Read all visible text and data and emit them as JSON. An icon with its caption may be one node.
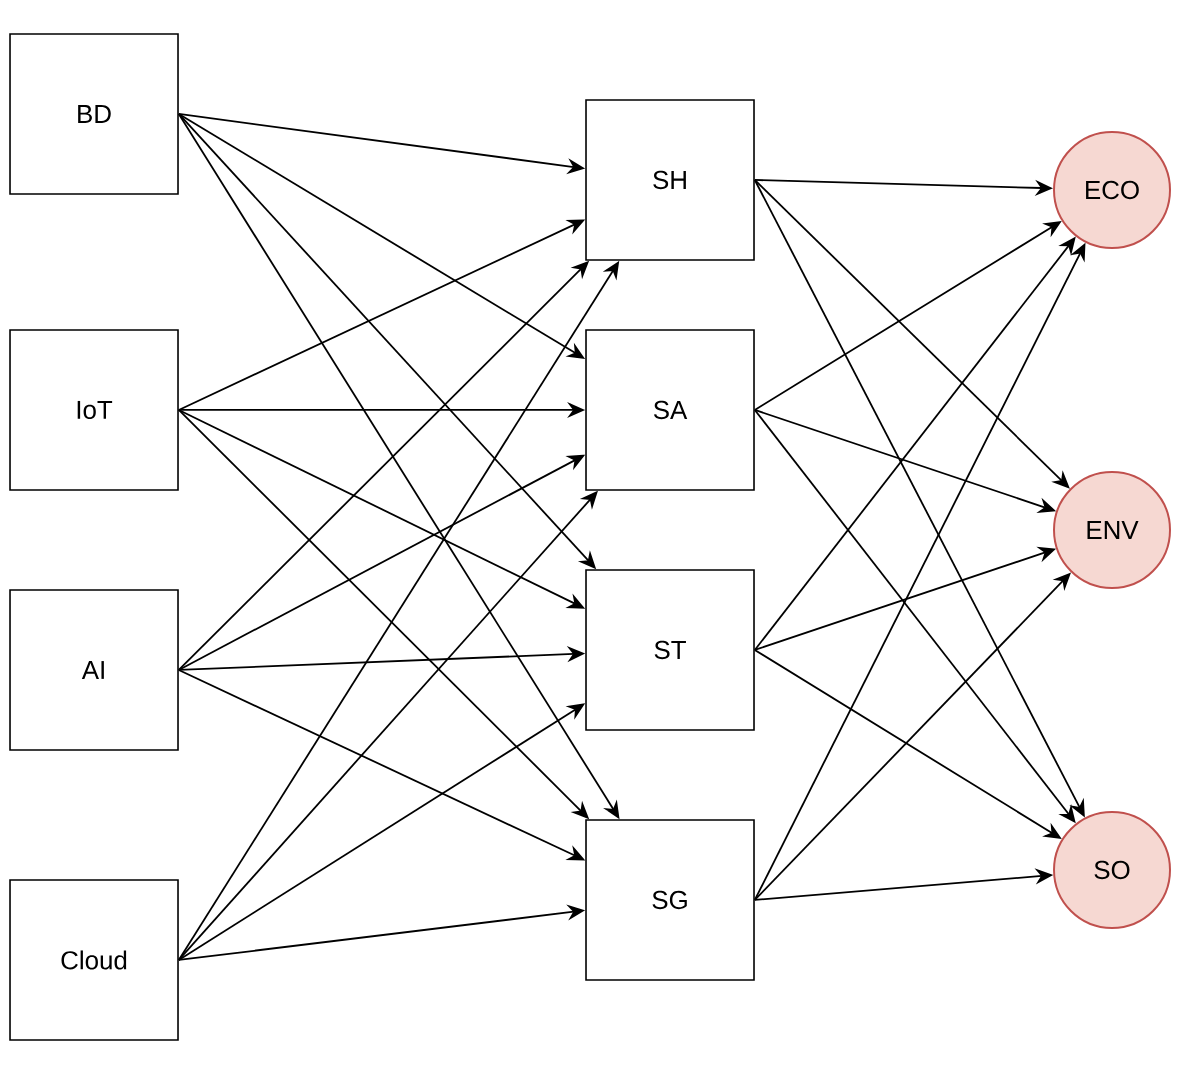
{
  "diagram": {
    "nodes": [
      {
        "text": [
          "BD"
        ]
      },
      {
        "text": [
          "IoT"
        ]
      },
      {
        "text": [
          "AI"
        ]
      },
      {
        "text": [
          "Cloud"
        ]
      },
      {
        "text": [
          "SH"
        ]
      },
      {
        "text": [
          "SA"
        ]
      },
      {
        "text": [
          "ST"
        ]
      },
      {
        "text": [
          "SG"
        ]
      },
      {
        "text": [
          "ECO"
        ]
      },
      {
        "text": [
          "ENV"
        ]
      },
      {
        "text": [
          "SO"
        ]
      }
    ],
    "edges": [
      {
        "from": 0,
        "to": 4,
        "arrow": "to"
      },
      {
        "from": 0,
        "to": 5,
        "arrow": "to"
      },
      {
        "from": 0,
        "to": 6,
        "arrow": "to"
      },
      {
        "from": 0,
        "to": 7,
        "arrow": "to"
      },
      {
        "from": 1,
        "to": 4,
        "arrow": "to"
      },
      {
        "from": 1,
        "to": 5,
        "arrow": "to"
      },
      {
        "from": 1,
        "to": 6,
        "arrow": "to"
      },
      {
        "from": 1,
        "to": 7,
        "arrow": "to"
      },
      {
        "from": 2,
        "to": 4,
        "arrow": "to"
      },
      {
        "from": 2,
        "to": 5,
        "arrow": "to"
      },
      {
        "from": 2,
        "to": 6,
        "arrow": "to"
      },
      {
        "from": 2,
        "to": 7,
        "arrow": "to"
      },
      {
        "from": 3,
        "to": 4,
        "arrow": "to"
      },
      {
        "from": 3,
        "to": 5,
        "arrow": "to"
      },
      {
        "from": 3,
        "to": 6,
        "arrow": "to"
      },
      {
        "from": 3,
        "to": 7,
        "arrow": "to"
      },
      {
        "from": 4,
        "to": 8,
        "arrow": "to"
      },
      {
        "from": 4,
        "to": 9,
        "arrow": "to"
      },
      {
        "from": 4,
        "to": 10,
        "arrow": "to"
      },
      {
        "from": 5,
        "to": 8,
        "arrow": "to"
      },
      {
        "from": 5,
        "to": 9,
        "arrow": "to"
      },
      {
        "from": 5,
        "to": 10,
        "arrow": "to"
      },
      {
        "from": 6,
        "to": 8,
        "arrow": "to"
      },
      {
        "from": 6,
        "to": 9,
        "arrow": "to"
      },
      {
        "from": 6,
        "to": 10,
        "arrow": "to"
      },
      {
        "from": 7,
        "to": 8,
        "arrow": "to"
      },
      {
        "from": 7,
        "to": 9,
        "arrow": "to"
      },
      {
        "from": 7,
        "to": 10,
        "arrow": "to"
      }
    ]
  }
}
